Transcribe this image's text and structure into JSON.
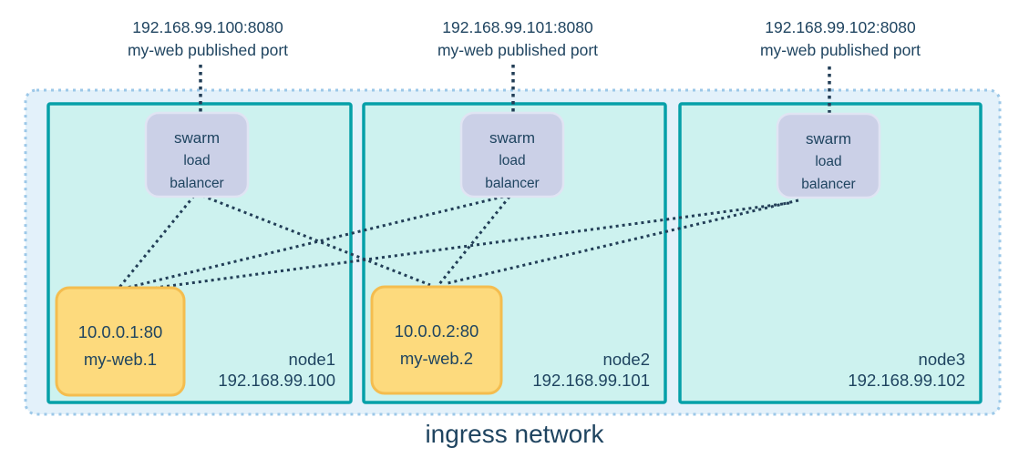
{
  "diagram": {
    "caption": "ingress network",
    "published_ports": [
      {
        "address": "192.168.99.100:8080",
        "label": "my-web published port"
      },
      {
        "address": "192.168.99.101:8080",
        "label": "my-web published port"
      },
      {
        "address": "192.168.99.102:8080",
        "label": "my-web published port"
      }
    ],
    "nodes": [
      {
        "name": "node1",
        "ip": "192.168.99.100",
        "load_balancer": {
          "lines": [
            "swarm",
            "load",
            "balancer"
          ]
        },
        "task": {
          "address": "10.0.0.1:80",
          "name": "my-web.1"
        }
      },
      {
        "name": "node2",
        "ip": "192.168.99.101",
        "load_balancer": {
          "lines": [
            "swarm",
            "load",
            "balancer"
          ]
        },
        "task": {
          "address": "10.0.0.2:80",
          "name": "my-web.2"
        }
      },
      {
        "name": "node3",
        "ip": "192.168.99.102",
        "load_balancer": {
          "lines": [
            "swarm",
            "load",
            "balancer"
          ]
        }
      }
    ],
    "connections": [
      {
        "from": "node1.load-balancer",
        "to": "my-web.1"
      },
      {
        "from": "node1.load-balancer",
        "to": "my-web.2"
      },
      {
        "from": "node2.load-balancer",
        "to": "my-web.1"
      },
      {
        "from": "node2.load-balancer",
        "to": "my-web.2"
      },
      {
        "from": "node3.load-balancer",
        "to": "my-web.1"
      },
      {
        "from": "node3.load-balancer",
        "to": "my-web.2"
      }
    ],
    "colors": {
      "text": "#1f4460",
      "connector_dots": "#223e57",
      "ingress_fill": "#e3f1fa",
      "ingress_border": "#9cc8e8",
      "node_border": "#06a0a8",
      "node_fill": "#cdf2ef",
      "load_balancer_fill": "#cbd0e7",
      "load_balancer_border": "#e0e4f3",
      "task_fill": "#fdda7d",
      "task_border": "#f4bd4f"
    }
  }
}
